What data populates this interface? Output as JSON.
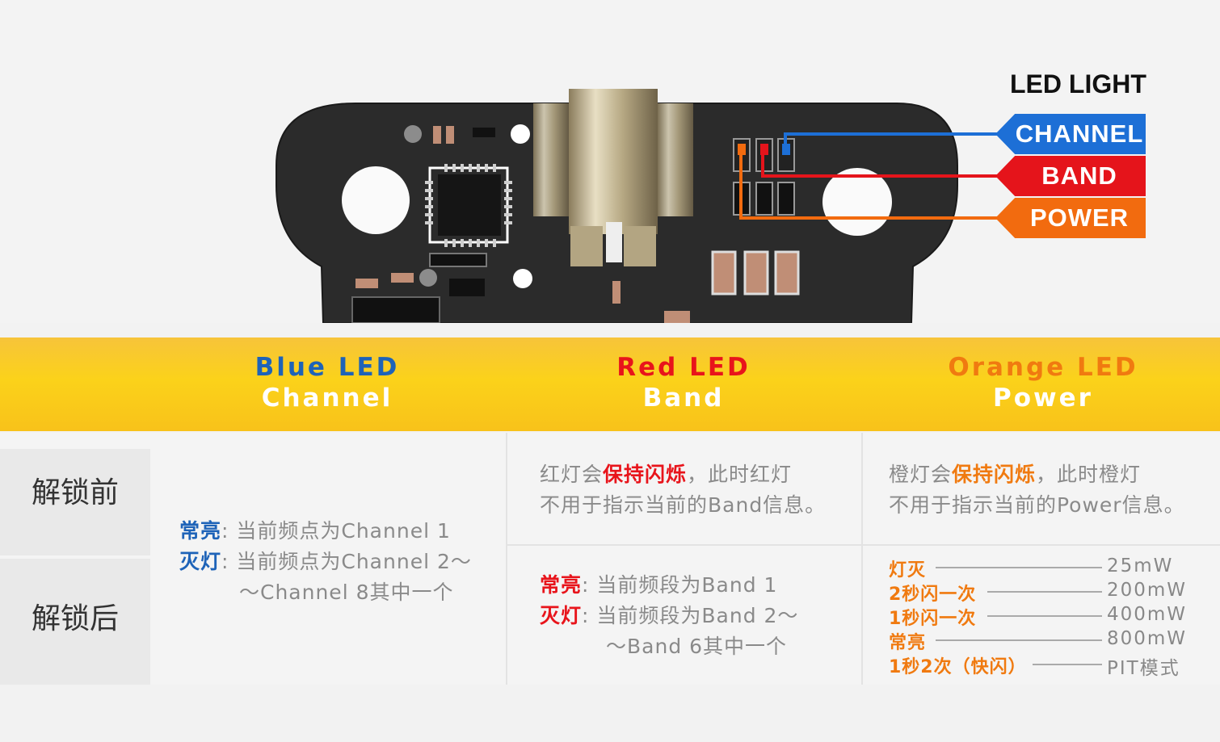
{
  "led_diagram": {
    "title": "LED LIGHT",
    "tags": [
      {
        "label": "CHANNEL",
        "color": "#1d6fd6"
      },
      {
        "label": "BAND",
        "color": "#e5141b"
      },
      {
        "label": "POWER",
        "color": "#f26b0f"
      }
    ]
  },
  "header": {
    "columns": [
      {
        "line1": "Blue  LED",
        "line2": "Channel",
        "color": "#1e63b8"
      },
      {
        "line1": "Red  LED",
        "line2": "Band",
        "color": "#e8141b"
      },
      {
        "line1": "Orange LED",
        "line2": "Power",
        "color": "#f07a10"
      }
    ]
  },
  "rows": {
    "before": "解锁前",
    "after": "解锁后"
  },
  "blue": {
    "solid_label": "常亮",
    "solid_text": ": 当前频点为Channel 1",
    "off_label": "灭灯",
    "off_text": ": 当前频点为Channel 2～",
    "off_text2": "～Channel 8其中一个"
  },
  "red_before": {
    "p1": "红灯会",
    "p2": "保持闪烁",
    "p3": "，此时红灯",
    "line2": "不用于指示当前的Band信息。"
  },
  "orange_before": {
    "p1": "橙灯会",
    "p2": "保持闪烁",
    "p3": "，此时橙灯",
    "line2": "不用于指示当前的Power信息。"
  },
  "red_after": {
    "solid_label": "常亮",
    "solid_text": ": 当前频段为Band 1",
    "off_label": "灭灯",
    "off_text": ": 当前频段为Band 2～",
    "off_text2": "～Band 6其中一个"
  },
  "power_levels": [
    {
      "state": "灯灭",
      "value": "25mW"
    },
    {
      "state": "2秒闪一次",
      "value": "200mW"
    },
    {
      "state": "1秒闪一次",
      "value": "400mW"
    },
    {
      "state": "常亮",
      "value": "800mW"
    },
    {
      "state": "1秒2次（快闪）",
      "value": "PIT模式"
    }
  ]
}
